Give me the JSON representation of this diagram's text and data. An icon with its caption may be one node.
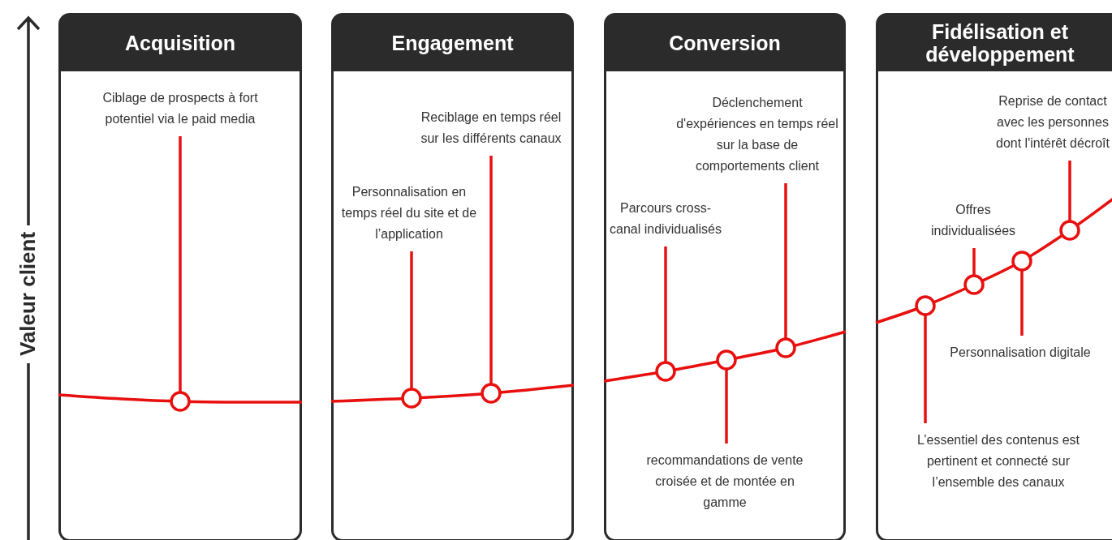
{
  "diagram": {
    "nodes": [
      {
        "text": [
          "Acquisition"
        ]
      },
      {
        "text": [
          "Ciblage de prospects à fort potentiel via le paid media"
        ],
        "in": 0
      },
      {
        "text": [],
        "shape": "circle",
        "in": 0
      },
      {
        "text": [
          "Engagement"
        ]
      },
      {
        "text": [
          "Personnalisation en temps réel du site et de l’application"
        ],
        "in": 3
      },
      {
        "text": [
          "Reciblage en temps réel sur les différents canaux"
        ],
        "in": 3
      },
      {
        "text": [],
        "shape": "circle",
        "in": 3
      },
      {
        "text": [],
        "shape": "circle",
        "in": 3
      },
      {
        "text": [
          "Conversion"
        ]
      },
      {
        "text": [
          "Parcours cross-canal individualisés"
        ],
        "in": 8
      },
      {
        "text": [
          "Déclenchement d'expériences en temps réel sur la base de comportements client"
        ],
        "in": 8
      },
      {
        "text": [],
        "shape": "circle",
        "in": 8
      },
      {
        "text": [],
        "shape": "circle",
        "in": 8
      },
      {
        "text": [],
        "shape": "circle",
        "in": 8
      },
      {
        "text": [
          "recommandations de vente croisée et de montée en gamme"
        ],
        "in": 8
      },
      {
        "text": [
          "Fidélisation et développement"
        ]
      },
      {
        "text": [
          "Reprise de contact avec les personnes dont l'intérêt décroît"
        ],
        "in": 15
      },
      {
        "text": [
          "Offres individualisées"
        ],
        "in": 15
      },
      {
        "text": [],
        "shape": "circle",
        "in": 15
      },
      {
        "text": [],
        "shape": "circle",
        "in": 15
      },
      {
        "text": [],
        "shape": "circle",
        "in": 15
      },
      {
        "text": [],
        "shape": "circle",
        "in": 15
      },
      {
        "text": [
          "Personnalisation digitale"
        ],
        "in": 15
      },
      {
        "text": [
          "L’essentiel des contenus est pertinent et connecté sur l’ensemble des canaux"
        ],
        "in": 15
      }
    ],
    "edges": [
      {
        "from": 1,
        "to": 2,
        "arrow": "none"
      },
      {
        "from": 4,
        "to": 6,
        "arrow": "none"
      },
      {
        "from": 5,
        "to": 7,
        "arrow": "none"
      },
      {
        "from": 9,
        "to": 11,
        "arrow": "none"
      },
      {
        "from": 10,
        "to": 13,
        "arrow": "none"
      },
      {
        "from": 14,
        "to": 12,
        "arrow": "none"
      },
      {
        "from": 17,
        "to": 19,
        "arrow": "none"
      },
      {
        "from": 16,
        "to": 21,
        "arrow": "none"
      },
      {
        "from": 22,
        "to": 20,
        "arrow": "none"
      },
      {
        "from": 23,
        "to": 18,
        "arrow": "none"
      }
    ],
    "labels": [
      "Valeur client"
    ]
  }
}
